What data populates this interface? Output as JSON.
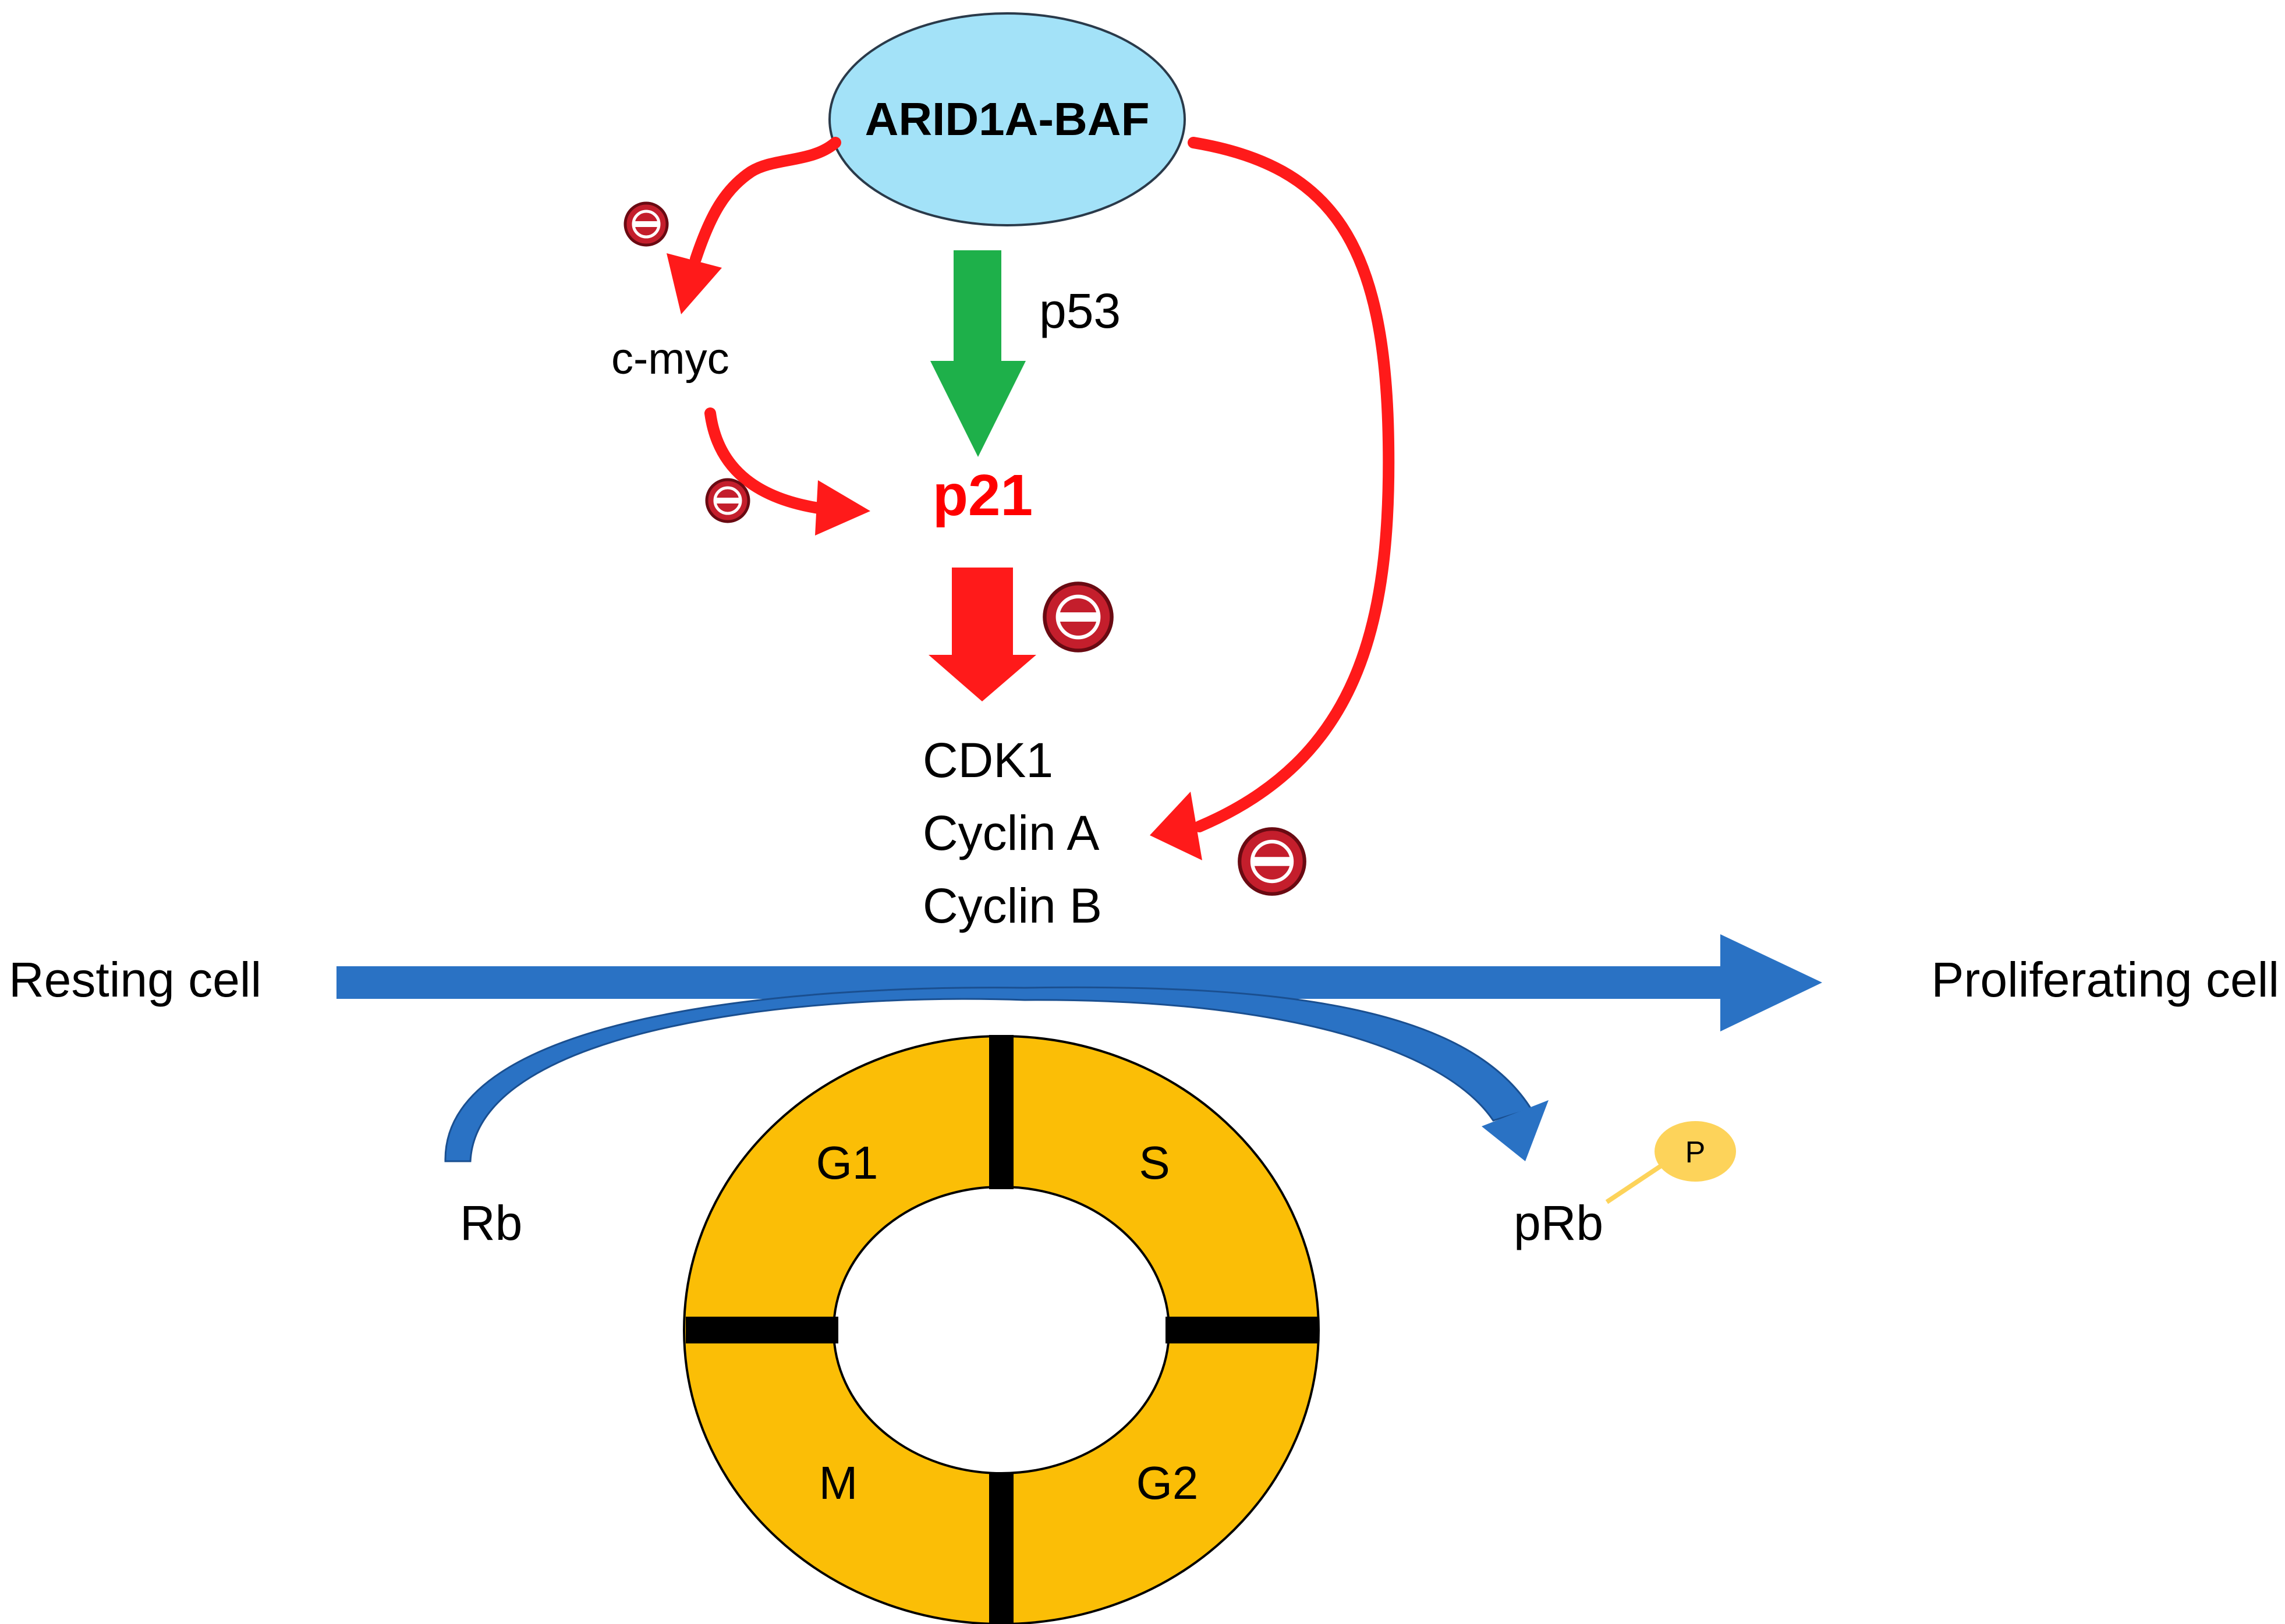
{
  "complex": {
    "label": "ARID1A-BAF",
    "fill": "#a3e2f8",
    "stroke": "#2a3a4a"
  },
  "factors": {
    "cmyc": "c-myc",
    "p53": "p53",
    "p21": "p21",
    "targets": [
      "CDK1",
      "Cyclin A",
      "Cyclin B"
    ]
  },
  "states": {
    "resting": "Resting cell",
    "proliferating": "Proliferating cell"
  },
  "retinoblastoma": {
    "unphosphorylated": "Rb",
    "phosphorylated": "pRb",
    "phosphate": "P"
  },
  "cell_cycle": {
    "phases": [
      "G1",
      "S",
      "G2",
      "M"
    ],
    "ring_color": "#fbbe06",
    "divider_color": "#000000"
  },
  "colors": {
    "inhibition": "#ff1a1a",
    "activation": "#1eb04a",
    "transition": "#2a72c4",
    "inhibit_badge": "#c41e2c",
    "p21_text": "#ff0000",
    "phosphate_badge": "#fdd35a"
  },
  "icons": {
    "inhibit_badge": "minus-circle-icon",
    "phosphate": "phosphate-group-icon"
  }
}
